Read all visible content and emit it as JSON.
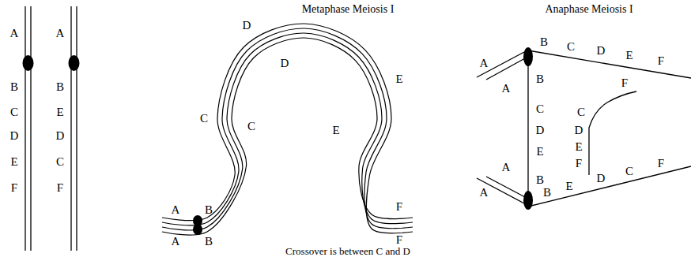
{
  "diagram": {
    "caption": "Crossover is between C and D",
    "labels": [
      "A",
      "B",
      "C",
      "D",
      "E",
      "F",
      "A",
      "B",
      "E",
      "D",
      "C",
      "F",
      "Metaphase Meiosis I",
      "D",
      "D",
      "C",
      "C",
      "E",
      "E",
      "A",
      "B",
      "A",
      "B",
      "F",
      "F",
      "Anaphase Meiosis I",
      "A",
      "A",
      "B",
      "C",
      "D",
      "E",
      "F",
      "B",
      "C",
      "D",
      "E",
      "B",
      "F",
      "C",
      "D",
      "E",
      "F",
      "A",
      "A",
      "B",
      "E",
      "D",
      "C",
      "F"
    ]
  }
}
